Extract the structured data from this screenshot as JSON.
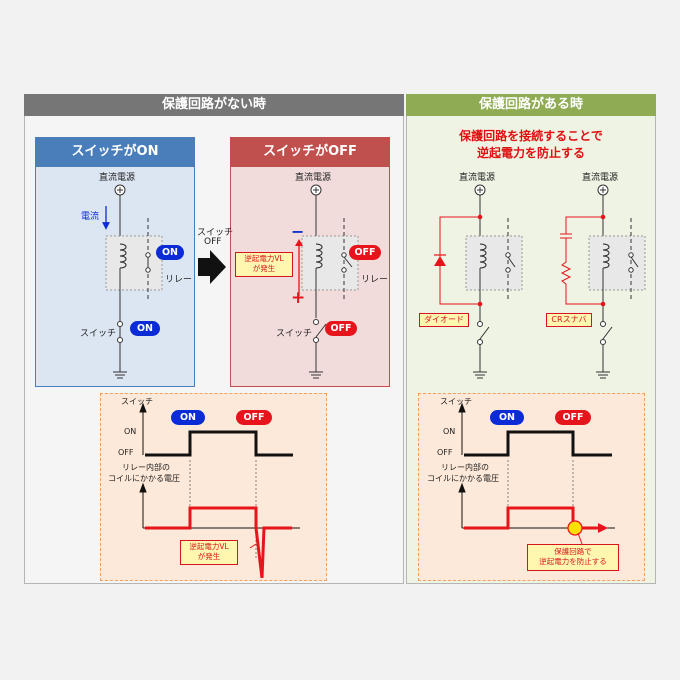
{
  "left_panel": {
    "title": "保護回路がない時",
    "on_box": {
      "title": "スイッチがON"
    },
    "off_box": {
      "title": "スイッチがOFF"
    },
    "power_label": "直流電源",
    "current_label": "電流",
    "relay_label": "リレー",
    "switch_label": "スイッチ",
    "on_badge": "ON",
    "off_badge": "OFF",
    "arrow_label_line1": "スイッチ",
    "arrow_label_line2": "OFF",
    "back_emf_line1": "逆起電力VL",
    "back_emf_line2": "が発生",
    "minus_sign": "−",
    "plus_sign": "+",
    "timing": {
      "switch_axis": "スイッチ",
      "on_level": "ON",
      "off_level": "OFF",
      "coil_label_line1": "リレー内部の",
      "coil_label_line2": "コイルにかかる電圧",
      "on_badge": "ON",
      "off_badge": "OFF",
      "back_emf_line1": "逆起電力VL",
      "back_emf_line2": "が発生"
    }
  },
  "right_panel": {
    "title": "保護回路がある時",
    "headline_line1": "保護回路を接続することで",
    "headline_line2": "逆起電力を防止する",
    "power_label_1": "直流電源",
    "power_label_2": "直流電源",
    "diode_label": "ダイオード",
    "cr_label": "CRスナバ",
    "timing": {
      "switch_axis": "スイッチ",
      "on_level": "ON",
      "off_level": "OFF",
      "coil_label_line1": "リレー内部の",
      "coil_label_line2": "コイルにかかる電圧",
      "on_badge": "ON",
      "off_badge": "OFF",
      "note_line1": "保護回路で",
      "note_line2": "逆起電力を防止する"
    }
  },
  "colors": {
    "left_header": "#767676",
    "right_header": "#8fac55",
    "on_box_fill": "#dce6f2",
    "on_box_header": "#4a7ebb",
    "off_box_fill": "#f2dcdb",
    "off_box_header": "#c0504d",
    "timing_fill": "#fde9d9",
    "badge_blue": "#0b2bd6",
    "badge_red": "#e8141c",
    "wire_red": "#e8141c"
  }
}
